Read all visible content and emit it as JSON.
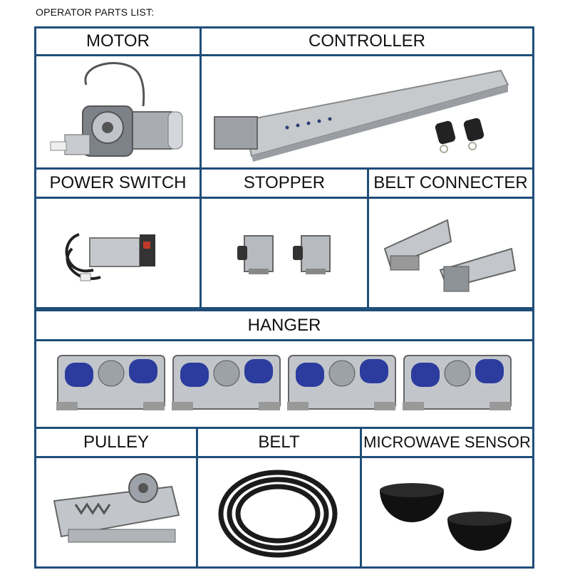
{
  "page_title": "OPERATOR PARTS LIST:",
  "parts": {
    "motor": "MOTOR",
    "controller": "CONTROLLER",
    "power_switch": "POWER SWITCH",
    "stopper": "STOPPER",
    "belt_connecter": "BELT CONNECTER",
    "hanger": "HANGER",
    "pulley": "PULLEY",
    "belt": "BELT",
    "microwave_sensor": "MICROWAVE SENSOR"
  },
  "colors": {
    "border": "#1f4e79",
    "roller_blue": "#2b3c9e",
    "metal": "#b9bdc2"
  }
}
